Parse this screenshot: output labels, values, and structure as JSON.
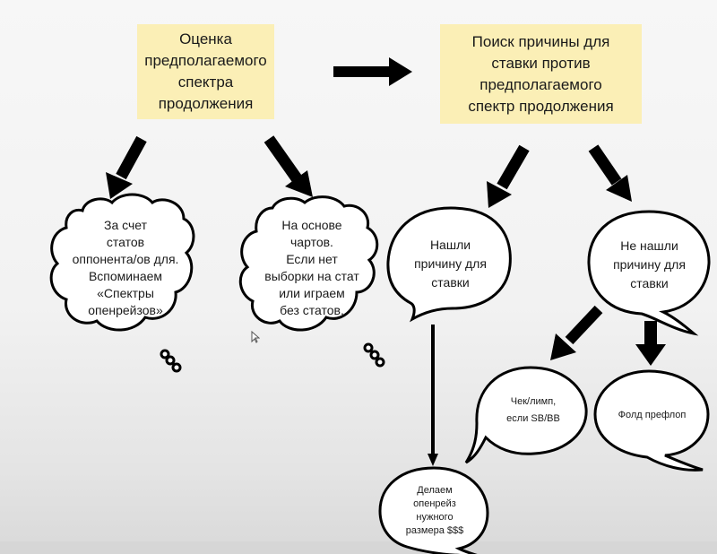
{
  "boxes": {
    "left": "Оценка\nпредполагаемого\nспектра\nпродолжения",
    "right": "Поиск причины для\nставки против\nпредполагаемого\nспектр продолжения"
  },
  "clouds": {
    "stats": "За счет\nстатов\nоппонента/ов для.\nВспоминаем\n«Спектры\nопенрейзов»",
    "charts": "На основе\nчартов.\nЕсли нет\nвыборки на стат\nили играем\nбез статов."
  },
  "bubbles": {
    "found": "Нашли\nпричину для\nставки",
    "not_found": "Не нашли\nпричину для\nставки",
    "check_limp": "Чек/лимп,\nесли SB/BB",
    "fold": "Фолд префлоп",
    "openraise": "Делаем\nопенрейз\nнужного\nразмера $$$"
  },
  "colors": {
    "box_fill": "#fbefb6",
    "arrow": "#000000",
    "outline": "#000000",
    "bubble_fill": "#ffffff"
  }
}
